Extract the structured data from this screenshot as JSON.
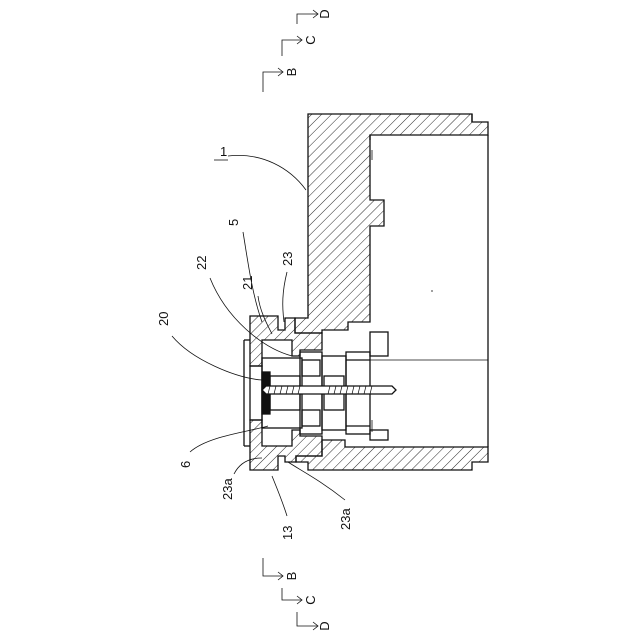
{
  "figure": {
    "section_markers_top": [
      {
        "letter": "B"
      },
      {
        "letter": "C"
      },
      {
        "letter": "D"
      }
    ],
    "section_markers_bottom": [
      {
        "letter": "B"
      },
      {
        "letter": "C"
      },
      {
        "letter": "D"
      }
    ],
    "reference_labels": {
      "housing": "1",
      "part_5": "5",
      "part_22": "22",
      "part_21": "21",
      "part_23": "23",
      "part_20": "20",
      "part_6": "6",
      "part_23a_left": "23a",
      "part_23a_right": "23a",
      "part_13": "13"
    }
  }
}
